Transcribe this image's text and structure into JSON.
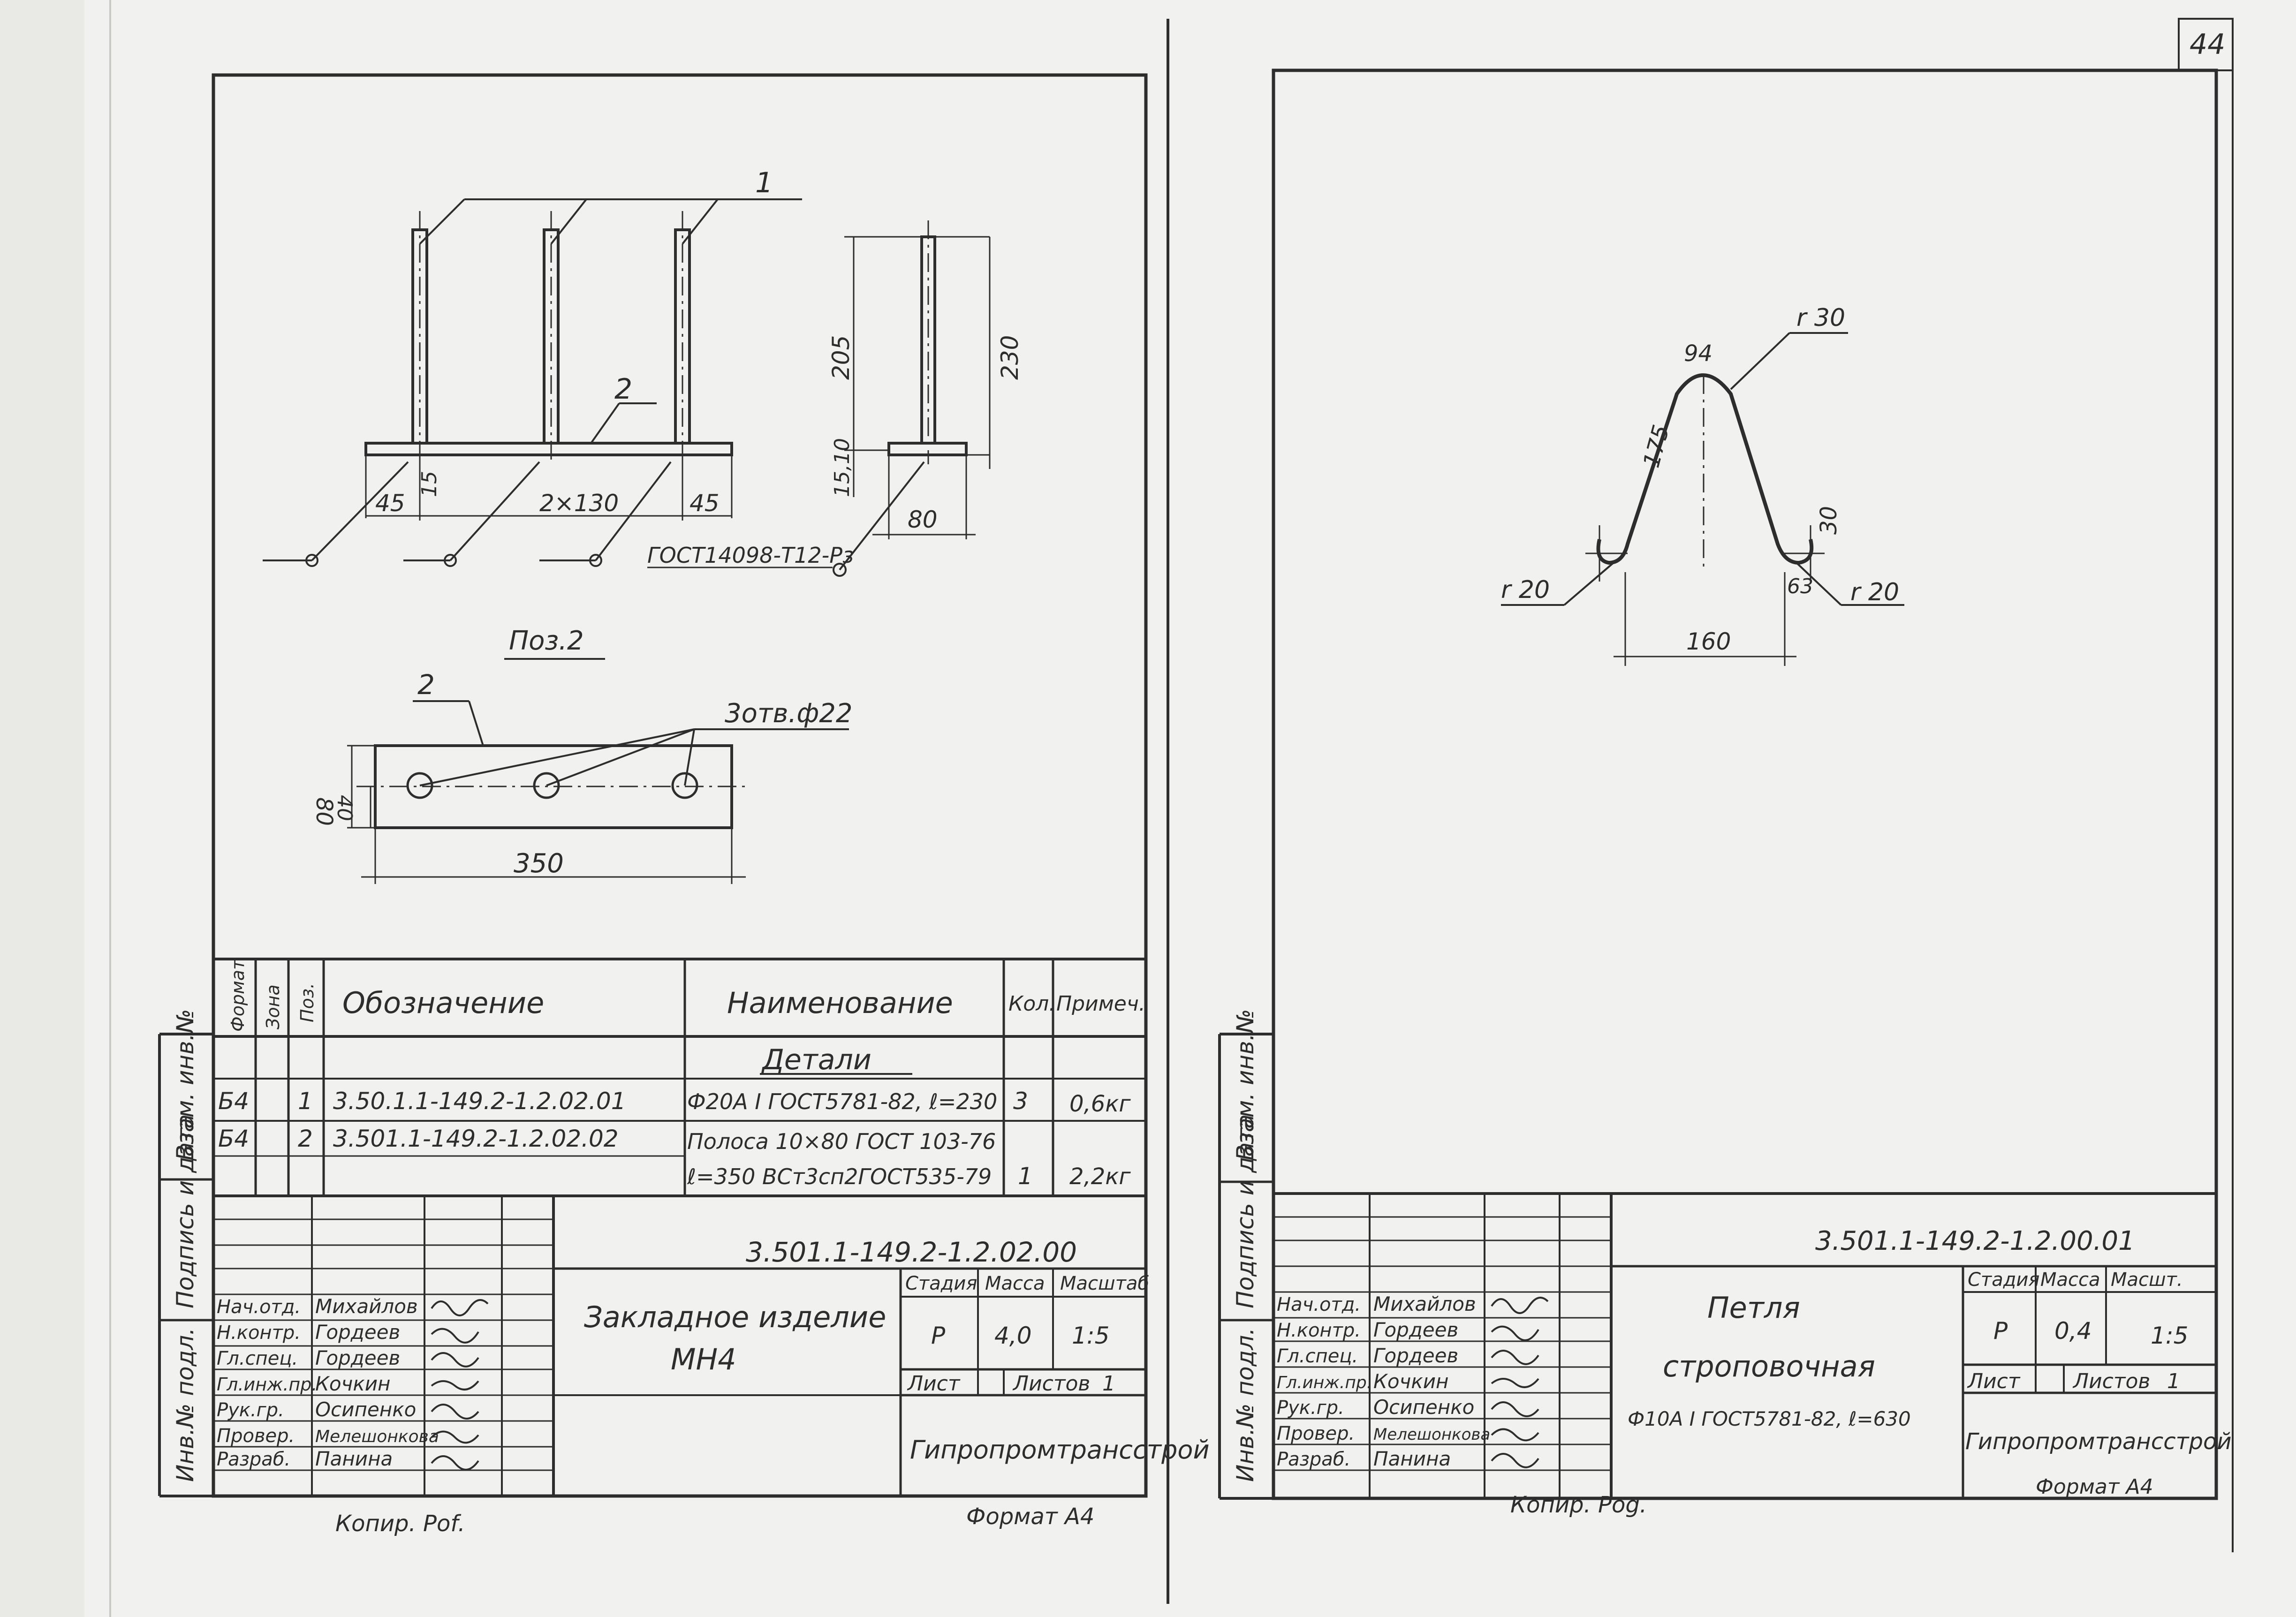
{
  "page_number": "44",
  "left_sheet": {
    "callouts": {
      "pos1": "1",
      "pos2": "2",
      "pos2_detail": "2"
    },
    "dims": {
      "d45_left": "45",
      "d15": "15",
      "d2x130": "2×130",
      "d45_right": "45",
      "d205": "205",
      "d230": "230",
      "d1510": "15,10",
      "d80": "80",
      "plate_80": "80",
      "plate_40": "40",
      "plate_350": "350"
    },
    "weld_note": "ГОСТ14098-Т12-Рз",
    "detail_title": "Поз.2",
    "holes_note": "3отв.ф22",
    "spec": {
      "headers": {
        "format": "Формат",
        "zone": "Зона",
        "pos": "Поз.",
        "designation": "Обозначение",
        "name": "Наименование",
        "qty": "Кол.",
        "note": "Примеч."
      },
      "section": "Детали",
      "rows": [
        {
          "format": "Б4",
          "pos": "1",
          "designation": "3.50.1.1-149.2-1.2.02.01",
          "name": "Ф20А I ГОСТ5781-82, ℓ=230",
          "name2": "",
          "qty": "3",
          "note": "0,6кг"
        },
        {
          "format": "Б4",
          "pos": "2",
          "designation": "3.501.1-149.2-1.2.02.02",
          "name": "Полоса 10×80 ГОСТ 103-76",
          "name2": "ℓ=350 ВСт3сп2ГОСТ535-79",
          "qty": "1",
          "note": "2,2кг"
        }
      ]
    },
    "side_labels": [
      "Взам. инв.№",
      "Подпись и дата",
      "Инв.№ подл."
    ],
    "title_block": {
      "code": "3.501.1-149.2-1.2.02.00",
      "title_line1": "Закладное изделие",
      "title_line2": "МН4",
      "stage_label": "Стадия",
      "mass_label": "Масса",
      "scale_label": "Масштаб",
      "stage": "Р",
      "mass": "4,0",
      "scale": "1:5",
      "sheet_label": "Лист",
      "sheets_label": "Листов",
      "sheets": "1",
      "org": "Гипропромтрансстрой",
      "people": [
        {
          "role": "Нач.отд.",
          "name": "Михайлов"
        },
        {
          "role": "Н.контр.",
          "name": "Гордеев"
        },
        {
          "role": "Гл.спец.",
          "name": "Гордеев"
        },
        {
          "role": "Гл.инж.пр.",
          "name": "Кочкин"
        },
        {
          "role": "Рук.гр.",
          "name": "Осипенко"
        },
        {
          "role": "Провер.",
          "name": "Мелешонкова"
        },
        {
          "role": "Разраб.",
          "name": "Панина"
        }
      ]
    },
    "footer_left": "Копир. Роf.",
    "footer_right": "Формат А4"
  },
  "right_sheet": {
    "dims": {
      "r30": "r 30",
      "d94": "94",
      "d175": "175",
      "d30": "30",
      "d63": "63",
      "r20_left": "r 20",
      "r20_right": "r 20",
      "d160": "160"
    },
    "side_labels": [
      "Взам. инв.№",
      "Подпись и дата",
      "Инв.№ подл."
    ],
    "title_block": {
      "code": "3.501.1-149.2-1.2.00.01",
      "title_line1": "Петля",
      "title_line2": "строповочная",
      "title_line3": "Ф10А I ГОСТ5781-82, ℓ=630",
      "stage_label": "Стадия",
      "mass_label": "Масса",
      "scale_label": "Масшт.",
      "stage": "Р",
      "mass": "0,4",
      "scale": "1:5",
      "sheet_label": "Лист",
      "sheets_label": "Листов",
      "sheets": "1",
      "org": "Гипропромтрансстрой",
      "people": [
        {
          "role": "Нач.отд.",
          "name": "Михайлов"
        },
        {
          "role": "Н.контр.",
          "name": "Гордеев"
        },
        {
          "role": "Гл.спец.",
          "name": "Гордеев"
        },
        {
          "role": "Гл.инж.пр.",
          "name": "Кочкин"
        },
        {
          "role": "Рук.гр.",
          "name": "Осипенко"
        },
        {
          "role": "Провер.",
          "name": "Мелешонкова"
        },
        {
          "role": "Разраб.",
          "name": "Панина"
        }
      ]
    },
    "footer_left": "Копир. Роg.",
    "footer_right": "Формат А4"
  }
}
